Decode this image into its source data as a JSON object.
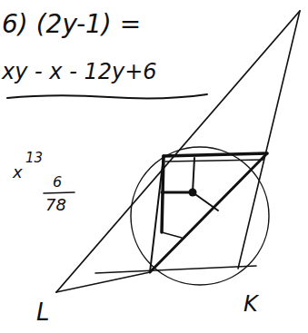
{
  "diagram": {
    "labels": [
      "6) (2y-1) =",
      "xy - x - 12y+6",
      "x",
      "13",
      "6",
      "78",
      "L",
      "K"
    ]
  }
}
